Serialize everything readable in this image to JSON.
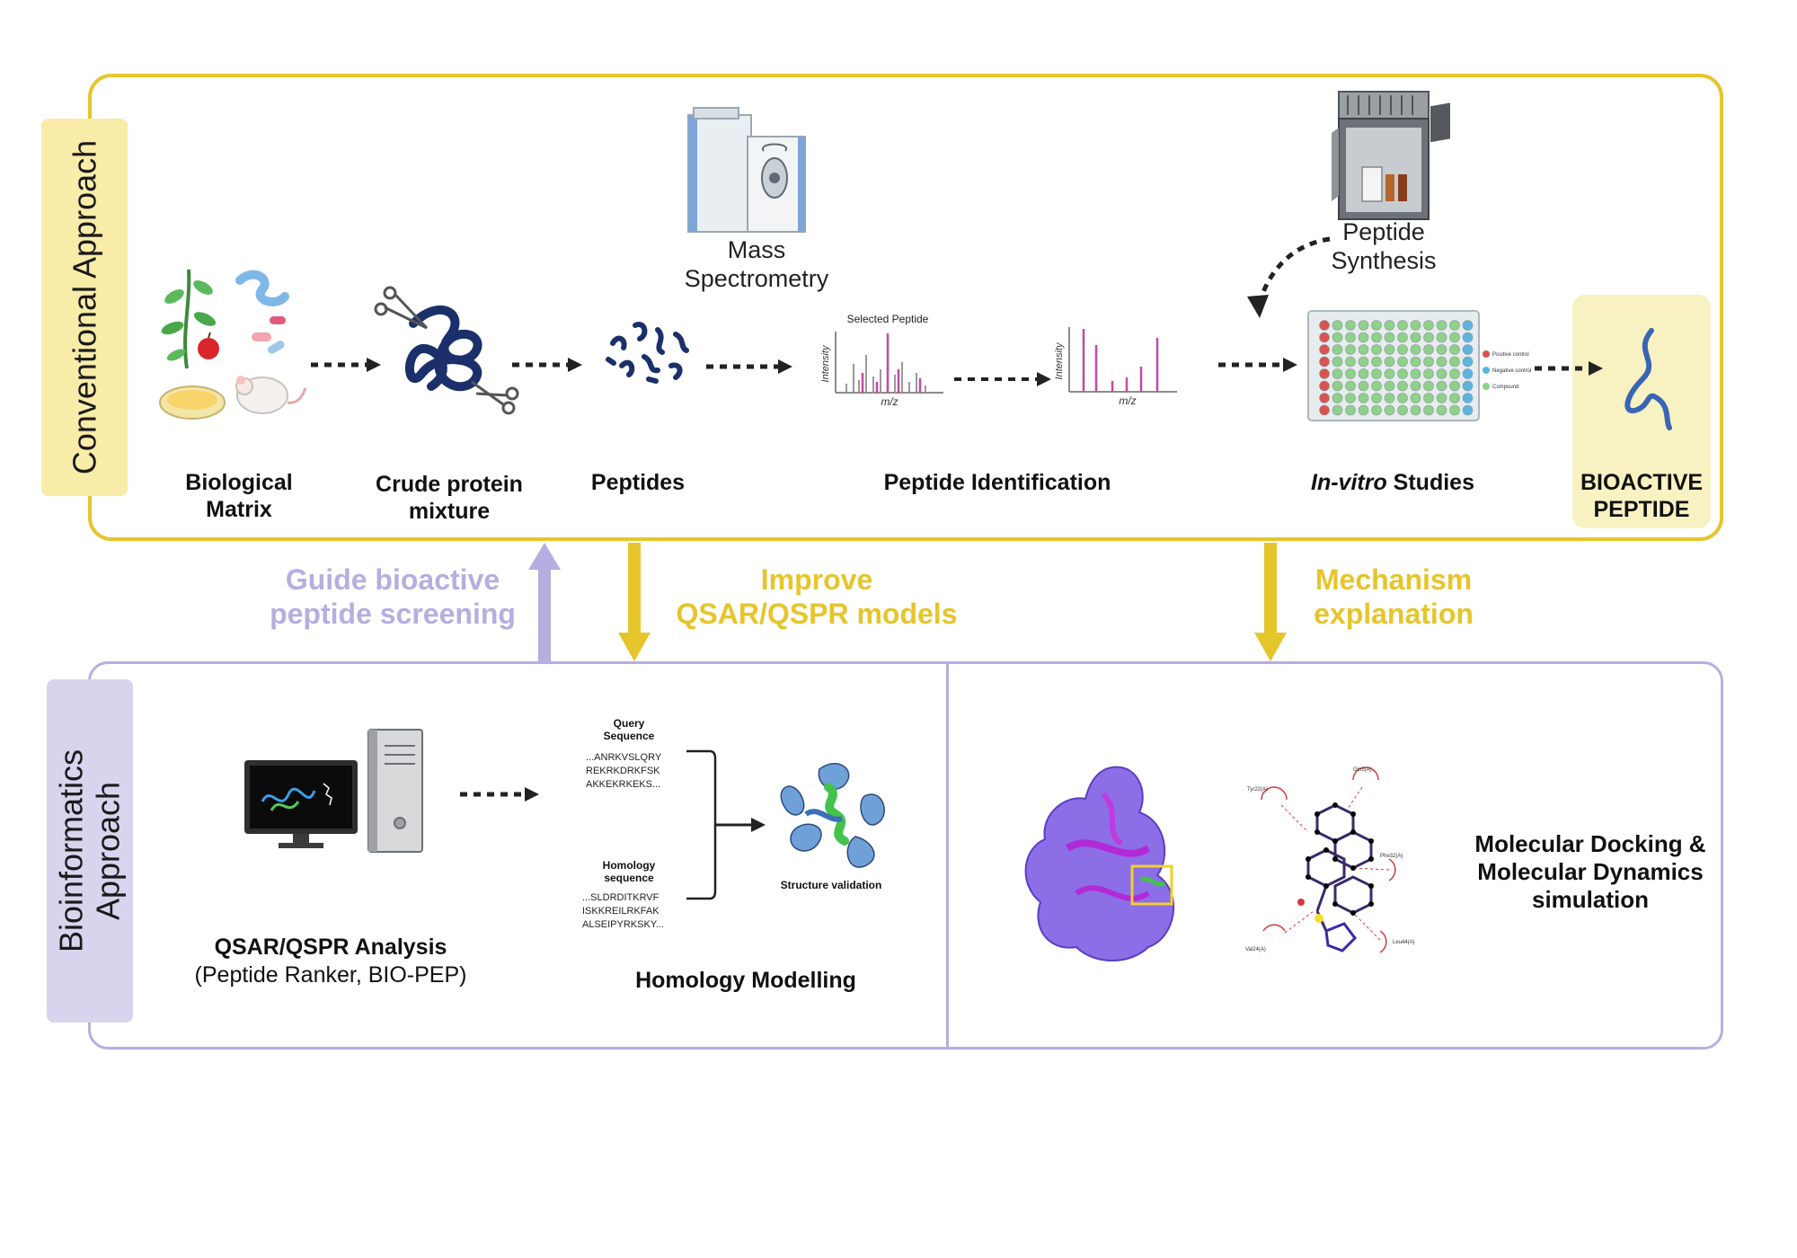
{
  "sections": {
    "conventional": "Conventional Approach",
    "bioinformatics_line1": "Bioinformatics",
    "bioinformatics_line2": "Approach"
  },
  "steps": {
    "biological_matrix": [
      "Biological",
      "Matrix"
    ],
    "crude_protein": [
      "Crude protein",
      "mixture"
    ],
    "peptides": "Peptides",
    "peptide_identification": "Peptide Identification",
    "in_vitro_italic": "In-vitro",
    "in_vitro_rest": " Studies",
    "bioactive": [
      "BIOACTIVE",
      "PEPTIDE"
    ]
  },
  "instruments": {
    "mass_spec": [
      "Mass",
      "Spectrometry"
    ],
    "peptide_synthesis": [
      "Peptide",
      "Synthesis"
    ]
  },
  "spectra": {
    "selected_peptide": "Selected Peptide",
    "y_axis": "Intensity",
    "x_axis": "m/z"
  },
  "plate_legend": {
    "positive": "Positive control",
    "negative": "Negative control",
    "compound": "Compound",
    "colors": {
      "positive": "#d9534f",
      "negative": "#5bb5e0",
      "compound": "#8fd18a"
    }
  },
  "links": {
    "guide": [
      "Guide bioactive",
      "peptide screening"
    ],
    "improve": [
      "Improve",
      "QSAR/QSPR models"
    ],
    "mechanism": [
      "Mechanism",
      "explanation"
    ]
  },
  "bioinformatics": {
    "qsar_title": "QSAR/QSPR Analysis",
    "qsar_sub": "(Peptide Ranker, BIO-PEP)",
    "query_title": [
      "Query",
      "Sequence"
    ],
    "query_seq": [
      "...ANRKVSLQRY",
      "REKRKDRKFSK",
      "AKKEKRKEKS..."
    ],
    "homology_title": [
      "Homology",
      "sequence"
    ],
    "homology_seq": [
      "...SLDRDITKRVF",
      "ISKKREILRKFAK",
      "ALSEIPYRKSKY..."
    ],
    "structure_validation": "Structure validation",
    "homology_modelling": "Homology Modelling",
    "docking": [
      "Molecular Docking &",
      "Molecular Dynamics",
      "simulation"
    ],
    "residues": [
      "Gln5(A)",
      "Tyr22(A)",
      "Phe32(A)",
      "Val24(A)",
      "Leu44(A)"
    ]
  },
  "colors": {
    "conventional_border": "#e6c52c",
    "bio_border": "#b6aee0",
    "conventional_label_bg": "#f9eca8",
    "bio_label_bg": "#d9d4ee",
    "bioactive_bg": "#f8f2c2"
  }
}
